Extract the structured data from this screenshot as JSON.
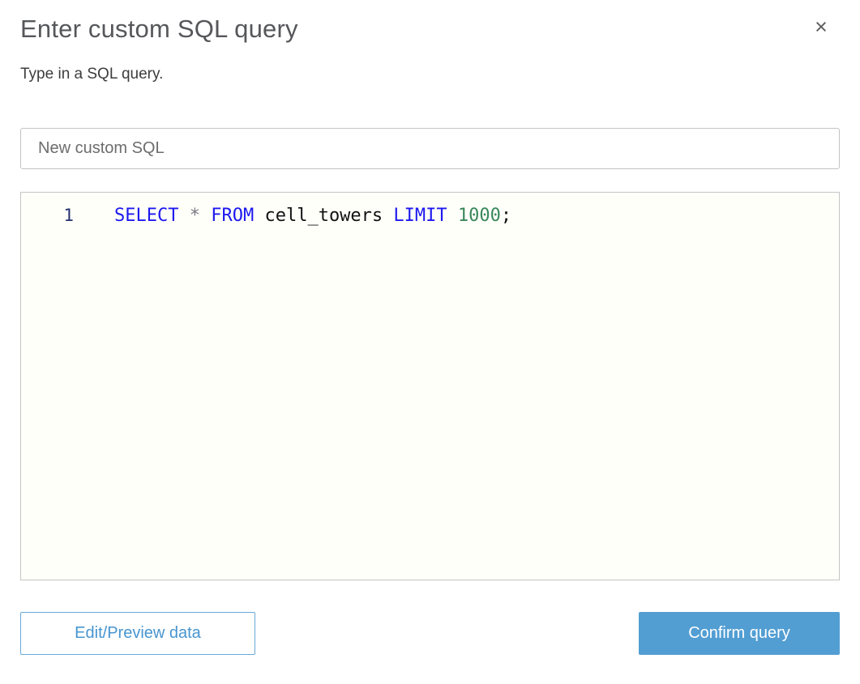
{
  "modal": {
    "title": "Enter custom SQL query",
    "subtitle": "Type in a SQL query.",
    "close_label": "×"
  },
  "name_input": {
    "value": "New custom SQL"
  },
  "editor": {
    "lines": [
      {
        "number": "1",
        "tokens": [
          {
            "text": "SELECT",
            "type": "keyword"
          },
          {
            "text": " ",
            "type": "plain"
          },
          {
            "text": "*",
            "type": "operator"
          },
          {
            "text": " ",
            "type": "plain"
          },
          {
            "text": "FROM",
            "type": "keyword"
          },
          {
            "text": " ",
            "type": "plain"
          },
          {
            "text": "cell_towers",
            "type": "identifier"
          },
          {
            "text": " ",
            "type": "plain"
          },
          {
            "text": "LIMIT",
            "type": "keyword"
          },
          {
            "text": " ",
            "type": "plain"
          },
          {
            "text": "1000",
            "type": "number"
          },
          {
            "text": ";",
            "type": "punctuation"
          }
        ]
      }
    ]
  },
  "footer": {
    "edit_preview_label": "Edit/Preview data",
    "confirm_label": "Confirm query"
  },
  "colors": {
    "accent_blue": "#529ed3",
    "outline_button_text": "#4795d0",
    "keyword": "#1d18ef",
    "number": "#38875a",
    "operator": "#7a7a85",
    "identifier": "#121212",
    "line_number": "#24326f",
    "editor_background": "#fffffa",
    "border_gray": "#c5c5c5"
  }
}
